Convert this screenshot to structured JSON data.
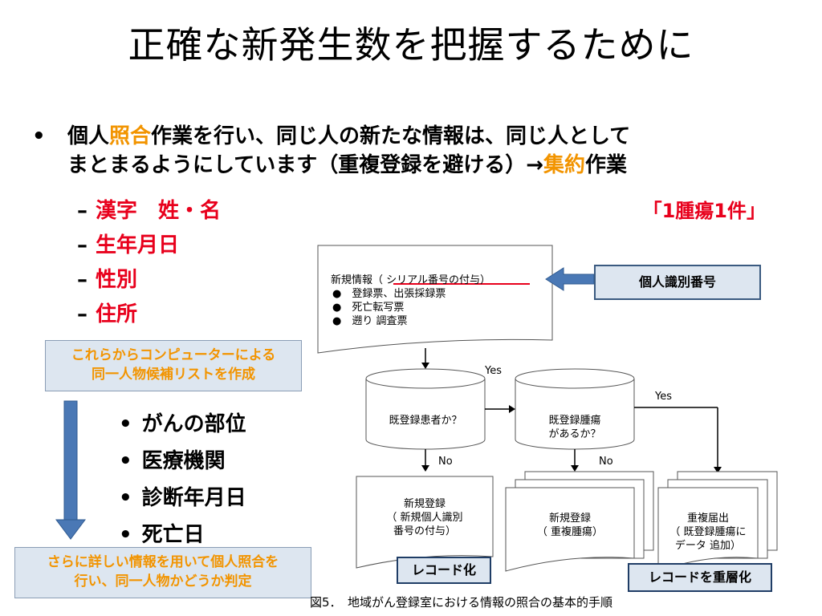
{
  "title": "正確な新発生数を把握するために",
  "main_bullet": {
    "text_1": "個人",
    "highlight_1": "照合",
    "text_2": "作業を行い、同じ人の新たな情報は、同じ人として",
    "text_3": "まとまるようにしています（重複登録を避ける）→",
    "highlight_2": "集約",
    "text_4": "作業"
  },
  "sub_items": [
    "漢字　姓・名",
    "生年月日",
    "性別",
    "住所"
  ],
  "one_tumor_label": "「1腫瘍1件」",
  "note_top": [
    "これらからコンピューターによる",
    "同一人物候補リストを作成"
  ],
  "secondary_items": [
    "がんの部位",
    "医療機関",
    "診断年月日",
    "死亡日"
  ],
  "note_bottom": [
    "さらに詳しい情報を用いて個人照合を",
    "行い、同一人物かどうか判定"
  ],
  "flow": {
    "new_info_title": "新規情報（ シリアル番号の付与）",
    "new_info_items": [
      "登録票、出張採録票",
      "死亡転写票",
      "遡り 調査票"
    ],
    "id_label": "個人識別番号",
    "db1": "既登録患者か？",
    "db2_line1": "既登録腫瘍",
    "db2_line2": "があるか？",
    "yes": "Yes",
    "no": "No",
    "doc1": [
      "新規登録",
      "（ 新規個人識別",
      "番号の付与）"
    ],
    "doc2": [
      "新規登録",
      "（ 重複腫瘍）"
    ],
    "doc3": [
      "重複届出",
      "（ 既登録腫瘍に",
      "データ 追加）"
    ],
    "record_label": "レコード化",
    "record_layer_label": "レコードを重層化"
  },
  "caption": "図5．　地域がん登録室における情報の照合の基本的手順",
  "colors": {
    "orange": "#f29400",
    "red": "#e8001c",
    "box_fill": "#dde6f0",
    "arrow_blue": "#4a78b5"
  }
}
